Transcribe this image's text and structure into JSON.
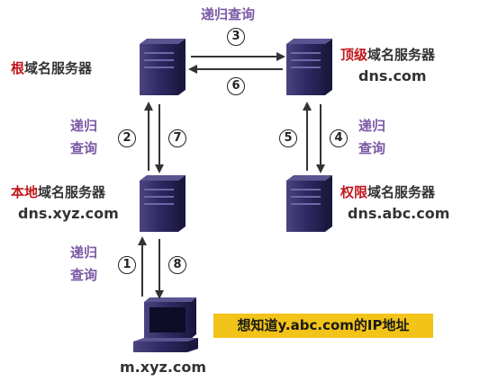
{
  "top_query_label": "递归查询",
  "root_server": {
    "name_red": "根",
    "name_rest": "域名服务器"
  },
  "tld_server": {
    "name_red": "顶级",
    "name_rest": "域名服务器",
    "host": "dns.com"
  },
  "local_server": {
    "name_red": "本地",
    "name_rest": "域名服务器",
    "host": "dns.xyz.com"
  },
  "auth_server": {
    "name_red": "权限",
    "name_rest": "域名服务器",
    "host": "dns.abc.com"
  },
  "client": {
    "host": "m.xyz.com"
  },
  "left_query_label_1": "递归",
  "left_query_label_2": "查询",
  "right_query_label_1": "递归",
  "right_query_label_2": "查询",
  "bottom_query_label_1": "递归",
  "bottom_query_label_2": "查询",
  "steps": {
    "s1": "1",
    "s2": "2",
    "s3": "3",
    "s4": "4",
    "s5": "5",
    "s6": "6",
    "s7": "7",
    "s8": "8"
  },
  "note": "想知道y.abc.com的IP地址",
  "colors": {
    "server_body": "#2f2a63",
    "arrow": "#333333",
    "highlight_red": "#c0161b",
    "label_purple": "#7b5aa6",
    "note_bg": "#f2c318"
  }
}
